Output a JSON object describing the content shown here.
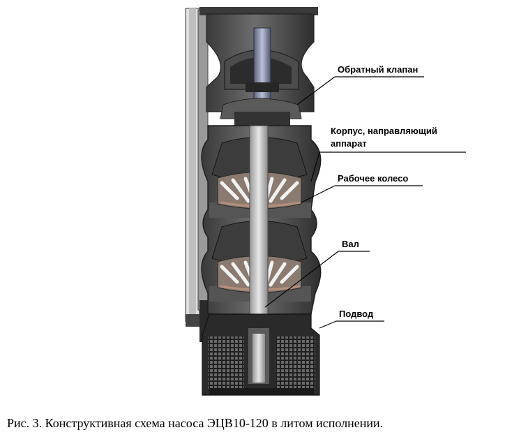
{
  "labels": {
    "check_valve": "Обратный клапан",
    "housing_line1": "Корпус, направляющий",
    "housing_line2": "аппарат",
    "impeller": "Рабочее колесо",
    "shaft": "Вал",
    "inlet": "Подвод"
  },
  "caption": "Рис. 3. Конструктивная схема насоса ЭЦВ10-120 в литом исполнении."
}
